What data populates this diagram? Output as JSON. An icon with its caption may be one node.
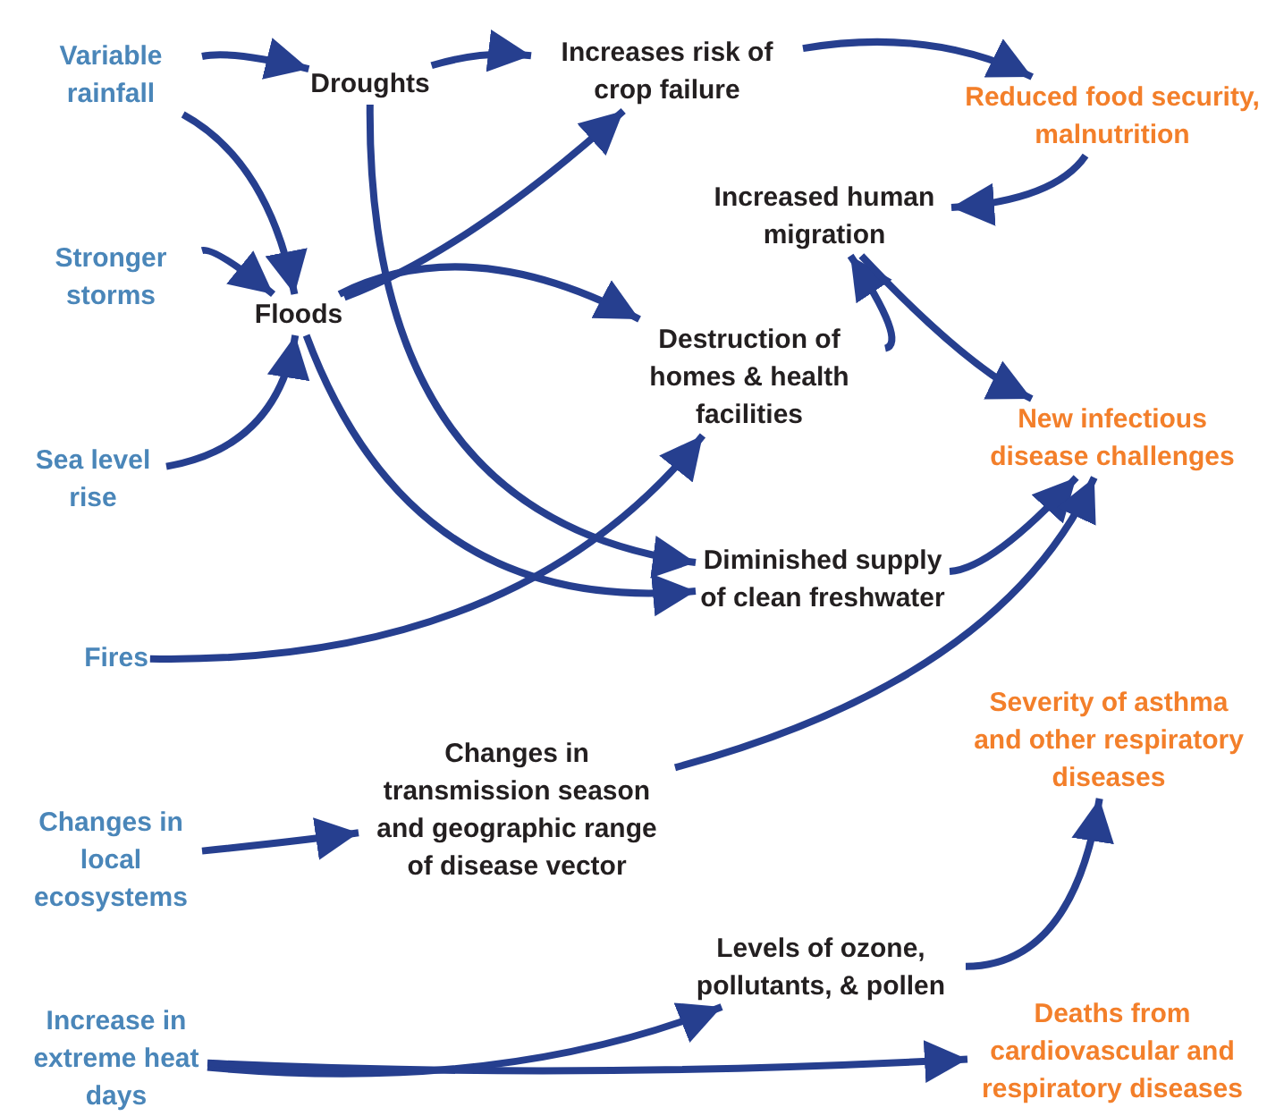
{
  "diagram": {
    "nodes": [
      {
        "text": [
          "Variable rainfall"
        ]
      },
      {
        "text": [
          "Droughts"
        ]
      },
      {
        "text": [
          "Increases risk of crop failure"
        ]
      },
      {
        "text": [
          "Reduced food security, malnutrition"
        ]
      },
      {
        "text": [
          "Stronger storms"
        ]
      },
      {
        "text": [
          "Floods"
        ]
      },
      {
        "text": [
          "Increased human migration"
        ]
      },
      {
        "text": [
          "Destruction of homes & health facilities"
        ]
      },
      {
        "text": [
          "New infectious disease challenges"
        ]
      },
      {
        "text": [
          "Sea level rise"
        ]
      },
      {
        "text": [
          "Diminished supply of clean freshwater"
        ]
      },
      {
        "text": [
          "Fires"
        ]
      },
      {
        "text": [
          "Changes in local ecosystems"
        ]
      },
      {
        "text": [
          "Changes in transmission season and geographic range of disease vector"
        ]
      },
      {
        "text": [
          "Severity of asthma and other respiratory diseases"
        ]
      },
      {
        "text": [
          "Increase in extreme heat days"
        ]
      },
      {
        "text": [
          "Levels of ozone, pollutants, & pollen"
        ]
      },
      {
        "text": [
          "Deaths from cardiovascular and respiratory diseases"
        ]
      }
    ],
    "edges": [
      {
        "from": 0,
        "to": 1,
        "arrow": "to"
      },
      {
        "from": 0,
        "to": 5,
        "arrow": "to"
      },
      {
        "from": 1,
        "to": 2,
        "arrow": "to"
      },
      {
        "from": 1,
        "to": 10,
        "arrow": "to"
      },
      {
        "from": 2,
        "to": 3,
        "arrow": "to"
      },
      {
        "from": 3,
        "to": 6,
        "arrow": "to"
      },
      {
        "from": 4,
        "to": 5,
        "arrow": "to"
      },
      {
        "from": 5,
        "to": 2,
        "arrow": "to"
      },
      {
        "from": 5,
        "to": 7,
        "arrow": "to"
      },
      {
        "from": 5,
        "to": 10,
        "arrow": "to"
      },
      {
        "from": 9,
        "to": 5,
        "arrow": "to"
      },
      {
        "from": 11,
        "to": 7,
        "arrow": "to"
      },
      {
        "from": 7,
        "to": 6,
        "arrow": "to"
      },
      {
        "from": 6,
        "to": 8,
        "arrow": "to"
      },
      {
        "from": 10,
        "to": 8,
        "arrow": "to"
      },
      {
        "from": 13,
        "to": 8,
        "arrow": "to"
      },
      {
        "from": 12,
        "to": 13,
        "arrow": "to"
      },
      {
        "from": 15,
        "to": 16,
        "arrow": "to"
      },
      {
        "from": 15,
        "to": 17,
        "arrow": "to"
      },
      {
        "from": 16,
        "to": 14,
        "arrow": "to"
      }
    ]
  }
}
